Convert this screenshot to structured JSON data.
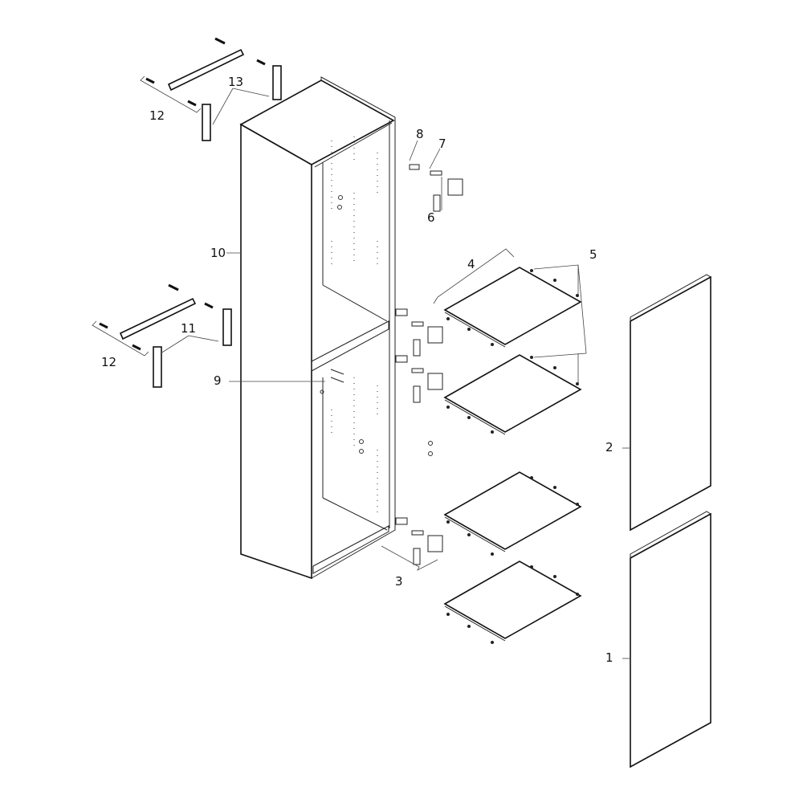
{
  "diagram": {
    "type": "exploded parts view",
    "callouts": {
      "p1": "1",
      "p2": "2",
      "p3": "3",
      "p4": "4",
      "p5": "5",
      "p6": "6",
      "p7": "7",
      "p8": "8",
      "p9": "9",
      "p10": "10",
      "p11": "11",
      "p12a": "12",
      "p12b": "12",
      "p13": "13"
    }
  }
}
